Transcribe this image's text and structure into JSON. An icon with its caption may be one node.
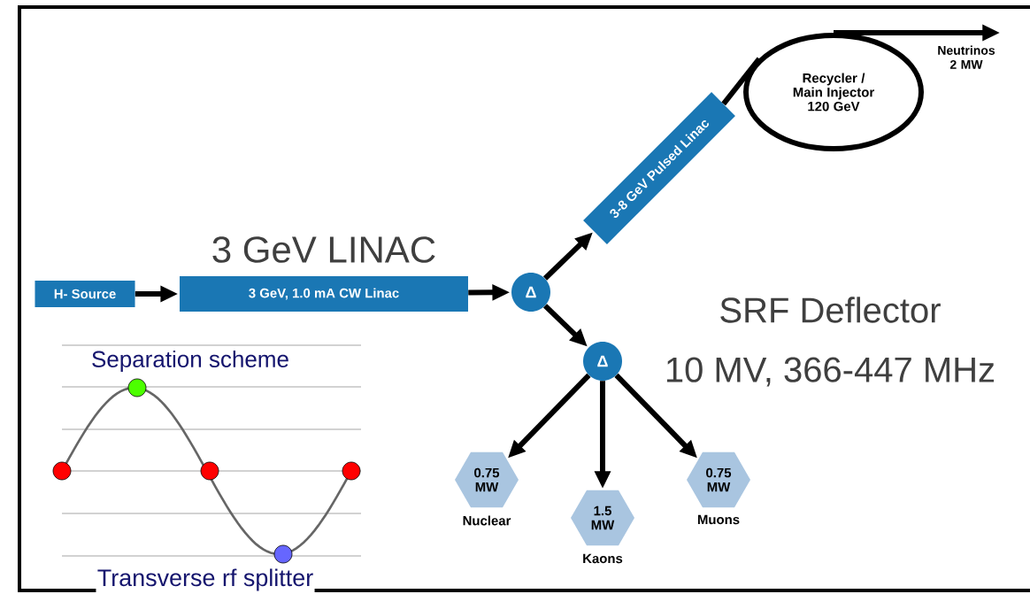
{
  "diagram": {
    "nodes": [
      {
        "text": [
          "H- Source"
        ]
      },
      {
        "text": [
          "3 GeV, 1.0 mA CW Linac"
        ],
        "beside": [
          "3 GeV LINAC"
        ]
      },
      {
        "text": [
          "Δ"
        ]
      },
      {
        "text": [
          "3-8 GeV Pulsed Linac"
        ]
      },
      {
        "text": [
          "Recycler / Main Injector 120 GeV"
        ]
      },
      {
        "text": [
          "Neutrinos 2 MW"
        ]
      },
      {
        "text": [
          "Δ"
        ]
      },
      {
        "text": [
          "0.75 MW"
        ],
        "beside": [
          "Nuclear"
        ]
      },
      {
        "text": [
          "1.5 MW"
        ],
        "beside": [
          "Kaons"
        ]
      },
      {
        "text": [
          "0.75 MW"
        ],
        "beside": [
          "Muons"
        ]
      }
    ],
    "edges": [
      {
        "from": 0,
        "to": 1,
        "arrow": "to"
      },
      {
        "from": 1,
        "to": 2,
        "arrow": "to"
      },
      {
        "from": 2,
        "to": 3,
        "arrow": "to"
      },
      {
        "from": 3,
        "to": 4,
        "arrow": "none"
      },
      {
        "from": 4,
        "to": 5,
        "arrow": "to"
      },
      {
        "from": 2,
        "to": 6,
        "arrow": "to"
      },
      {
        "from": 6,
        "to": 7,
        "arrow": "to"
      },
      {
        "from": 6,
        "to": 8,
        "arrow": "to"
      },
      {
        "from": 6,
        "to": 9,
        "arrow": "to"
      }
    ],
    "labels": [
      "SRF Deflector",
      "10 MV, 366-447 MHz",
      "Separation scheme",
      "Transverse rf splitter"
    ]
  }
}
